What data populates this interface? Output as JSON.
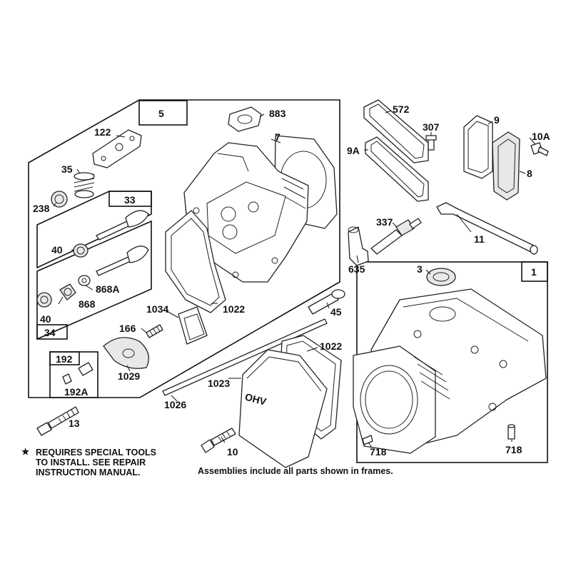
{
  "part_labels": {
    "p5": "5",
    "p883": "883",
    "p122": "122",
    "p7": "7",
    "p35": "35",
    "p238": "238",
    "p33": "33",
    "p40a": "40",
    "p868A": "868A",
    "p868": "868",
    "p40b": "40",
    "p34": "34",
    "p1034": "1034",
    "p1022a": "1022",
    "p45": "45",
    "p166": "166",
    "p1029": "1029",
    "p192": "192",
    "p192A": "192A",
    "p13": "13",
    "p1023": "1023",
    "p1026": "1026",
    "p1022b": "1022",
    "p10": "10",
    "p572": "572",
    "p307": "307",
    "p9A": "9A",
    "p9": "9",
    "p10A": "10A",
    "p8": "8",
    "p337": "337",
    "p635": "635",
    "p11": "11",
    "p3": "3",
    "p1": "1",
    "p718a": "718",
    "p718b": "718"
  },
  "notes": {
    "star": "★",
    "special_line1": "REQUIRES SPECIAL TOOLS",
    "special_line2": "TO INSTALL.  SEE REPAIR",
    "special_line3": "INSTRUCTION MANUAL.",
    "assemblies": "Assemblies include all parts shown in frames."
  },
  "embossed_text": "OHV"
}
